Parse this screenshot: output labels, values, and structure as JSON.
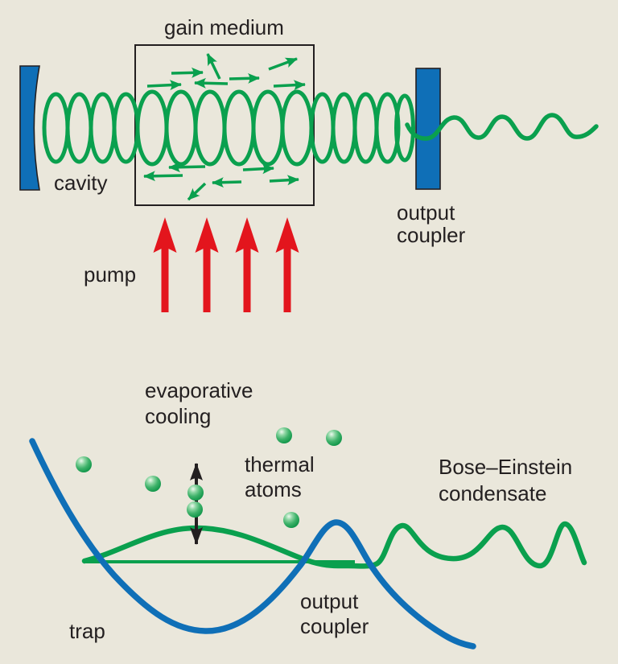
{
  "colors": {
    "background": "#eae7db",
    "green": "#0aa04e",
    "blue": "#0f6fb7",
    "red": "#e3151d",
    "text": "#231f20"
  },
  "laser": {
    "gain_medium": "gain medium",
    "cavity": "cavity",
    "output_coupler_line1": "output",
    "output_coupler_line2": "coupler",
    "pump": "pump"
  },
  "atom_laser": {
    "evaporative_cooling_line1": "evaporative",
    "evaporative_cooling_line2": "cooling",
    "thermal_atoms_line1": "thermal",
    "thermal_atoms_line2": "atoms",
    "bose_einstein_line1": "Bose–Einstein",
    "bose_einstein_line2": "condensate",
    "trap": "trap",
    "output_coupler_line1": "output",
    "output_coupler_line2": "coupler"
  }
}
